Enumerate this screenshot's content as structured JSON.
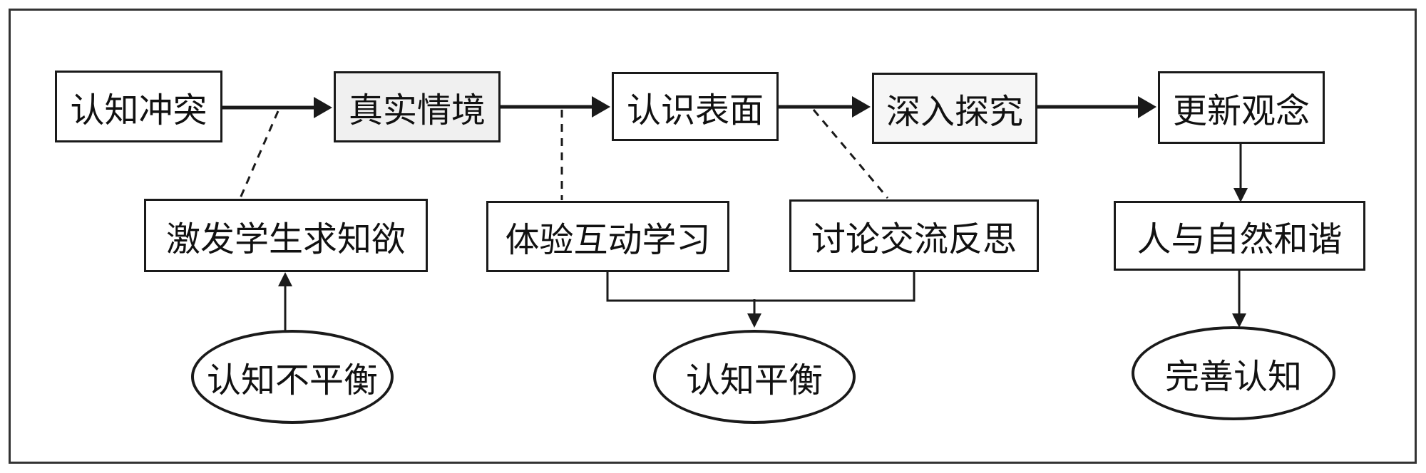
{
  "diagram": {
    "title_hint": "teaching-cognition flow diagram",
    "top_row": [
      {
        "id": "cognitive-conflict",
        "label": "认知冲突"
      },
      {
        "id": "real-situation",
        "label": "真实情境"
      },
      {
        "id": "surface-understanding",
        "label": "认识表面"
      },
      {
        "id": "deep-inquiry",
        "label": "深入探究"
      },
      {
        "id": "update-concepts",
        "label": "更新观念"
      }
    ],
    "middle_row": [
      {
        "id": "stimulate-curiosity",
        "label": "激发学生求知欲"
      },
      {
        "id": "interactive-learning",
        "label": "体验互动学习"
      },
      {
        "id": "discussion-reflection",
        "label": "讨论交流反思"
      },
      {
        "id": "human-nature-harmony",
        "label": "人与自然和谐"
      }
    ],
    "ellipses": [
      {
        "id": "cognitive-imbalance",
        "label": "认知不平衡"
      },
      {
        "id": "cognitive-balance",
        "label": "认知平衡"
      },
      {
        "id": "refined-cognition",
        "label": "完善认知"
      }
    ],
    "edges": [
      {
        "from": "认知冲突",
        "to": "真实情境",
        "style": "thick-arrow"
      },
      {
        "from": "真实情境",
        "to": "认识表面",
        "style": "thick-arrow"
      },
      {
        "from": "认识表面",
        "to": "深入探究",
        "style": "thick-arrow"
      },
      {
        "from": "深入探究",
        "to": "更新观念",
        "style": "thick-arrow"
      },
      {
        "from": "认知冲突→真实情境",
        "to": "激发学生求知欲",
        "style": "dashed-line"
      },
      {
        "from": "真实情境→认识表面",
        "to": "体验互动学习",
        "style": "dashed-line"
      },
      {
        "from": "认识表面→深入探究",
        "to": "讨论交流反思",
        "style": "dashed-line"
      },
      {
        "from": "更新观念",
        "to": "人与自然和谐",
        "style": "arrow"
      },
      {
        "from": "认知不平衡",
        "to": "激发学生求知欲",
        "style": "arrow-up"
      },
      {
        "from": "体验互动学习 + 讨论交流反思",
        "to": "认知平衡",
        "style": "merge-arrow"
      },
      {
        "from": "人与自然和谐",
        "to": "完善认知",
        "style": "arrow"
      }
    ],
    "colors": {
      "stroke": "#1a1a1a",
      "frame": "#333333",
      "text": "#111111",
      "background": "#ffffff",
      "box_fill": "#ffffff",
      "box_fill_gray": "#f0f0f0",
      "box_fill_gray_light": "#f6f6f6"
    }
  }
}
